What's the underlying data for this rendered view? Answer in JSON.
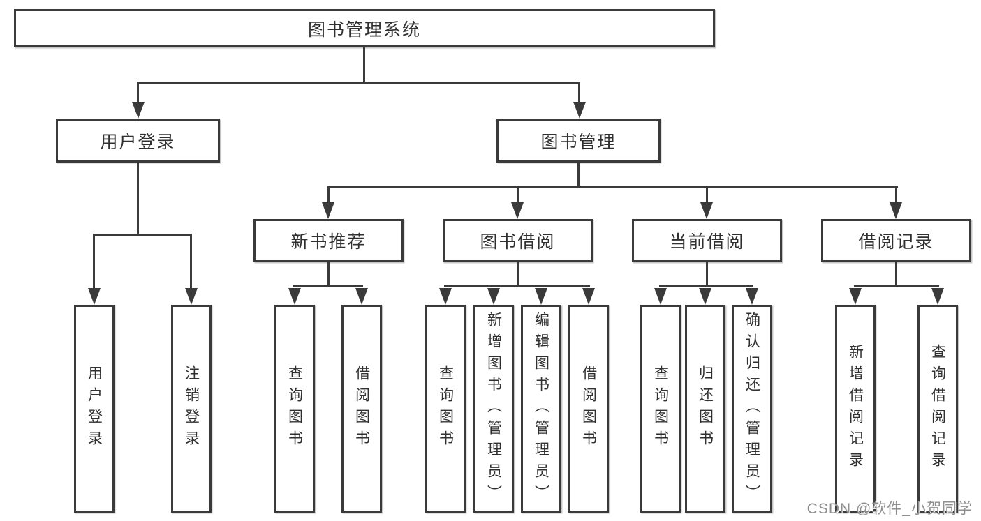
{
  "diagram": {
    "root": {
      "label": "图书管理系统"
    },
    "branches": [
      {
        "label": "用户登录",
        "children": [
          {
            "label": "用户登录"
          },
          {
            "label": "注销登录"
          }
        ]
      },
      {
        "label": "图书管理",
        "children": [
          {
            "label": "新书推荐",
            "children": [
              {
                "label": "查询图书"
              },
              {
                "label": "借阅图书"
              }
            ]
          },
          {
            "label": "图书借阅",
            "children": [
              {
                "label": "查询图书"
              },
              {
                "label": "新增图书（管理员）"
              },
              {
                "label": "编辑图书（管理员）"
              },
              {
                "label": "借阅图书"
              }
            ]
          },
          {
            "label": "当前借阅",
            "children": [
              {
                "label": "查询图书"
              },
              {
                "label": "归还图书"
              },
              {
                "label": "确认归还（管理员）"
              }
            ]
          },
          {
            "label": "借阅记录",
            "children": [
              {
                "label": "新增借阅记录"
              },
              {
                "label": "查询借阅记录"
              }
            ]
          }
        ]
      }
    ]
  },
  "watermark": {
    "text": "CSDN @软件_小贺同学"
  },
  "colors": {
    "line": "#3a3a3a",
    "text": "#303030",
    "background": "#ffffff",
    "watermark": "#8f8f8f"
  }
}
